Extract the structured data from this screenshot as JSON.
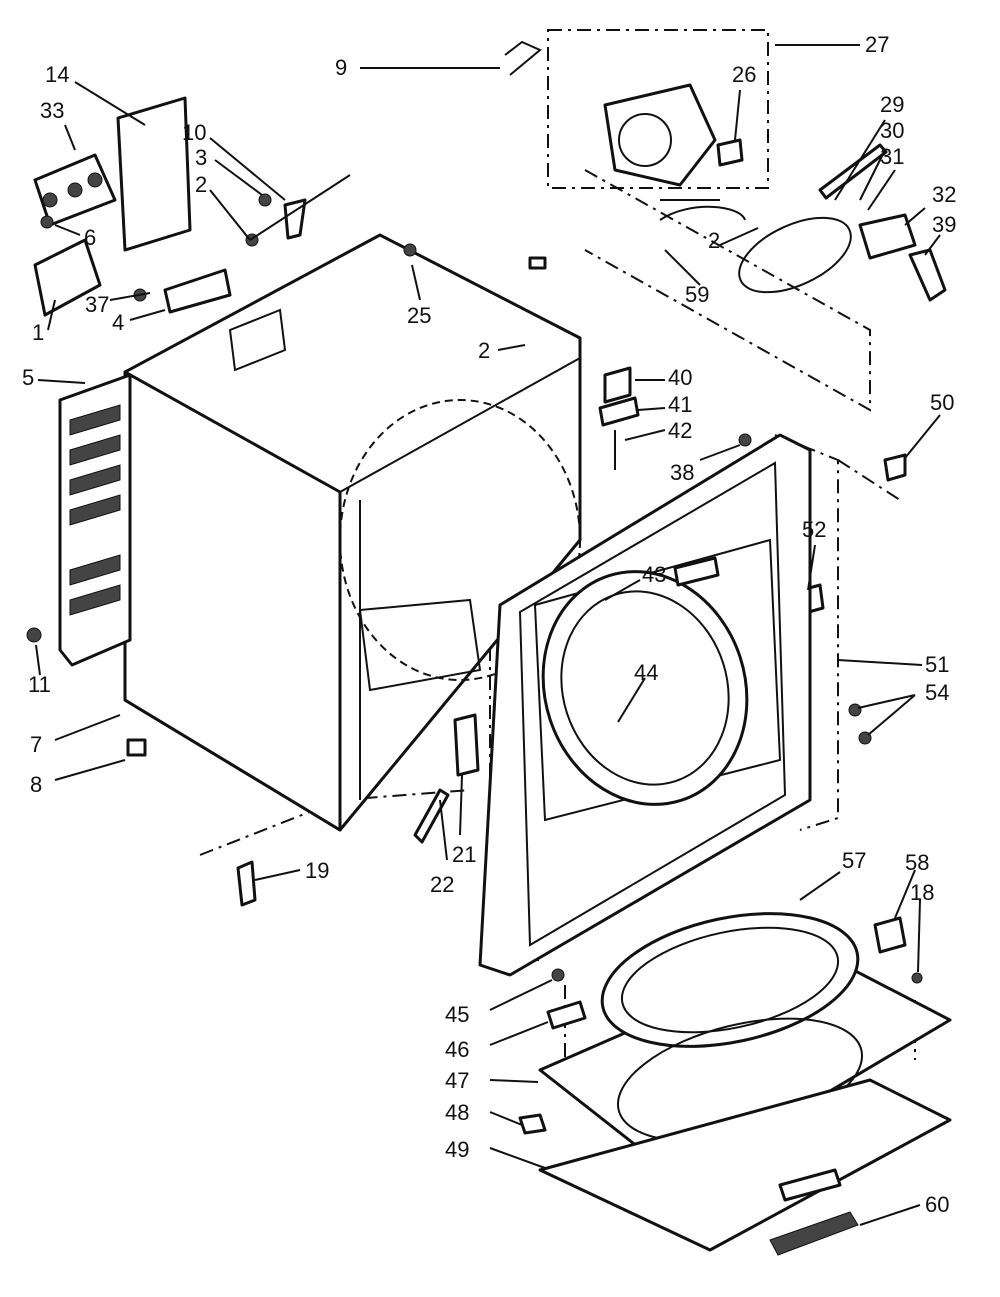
{
  "callouts": [
    {
      "id": "p14",
      "text": "14"
    },
    {
      "id": "p33",
      "text": "33"
    },
    {
      "id": "p10",
      "text": "10"
    },
    {
      "id": "p3",
      "text": "3"
    },
    {
      "id": "p2a",
      "text": "2"
    },
    {
      "id": "p6",
      "text": "6"
    },
    {
      "id": "p37",
      "text": "37"
    },
    {
      "id": "p4",
      "text": "4"
    },
    {
      "id": "p1",
      "text": "1"
    },
    {
      "id": "p5",
      "text": "5"
    },
    {
      "id": "p11",
      "text": "11"
    },
    {
      "id": "p7",
      "text": "7"
    },
    {
      "id": "p8",
      "text": "8"
    },
    {
      "id": "p9",
      "text": "9"
    },
    {
      "id": "p25",
      "text": "25"
    },
    {
      "id": "p2b",
      "text": "2"
    },
    {
      "id": "p27",
      "text": "27"
    },
    {
      "id": "p26",
      "text": "26"
    },
    {
      "id": "p29",
      "text": "29"
    },
    {
      "id": "p30",
      "text": "30"
    },
    {
      "id": "p31",
      "text": "31"
    },
    {
      "id": "p32",
      "text": "32"
    },
    {
      "id": "p39",
      "text": "39"
    },
    {
      "id": "p2c",
      "text": "2"
    },
    {
      "id": "p59",
      "text": "59"
    },
    {
      "id": "p40",
      "text": "40"
    },
    {
      "id": "p41",
      "text": "41"
    },
    {
      "id": "p42",
      "text": "42"
    },
    {
      "id": "p38",
      "text": "38"
    },
    {
      "id": "p50",
      "text": "50"
    },
    {
      "id": "p52",
      "text": "52"
    },
    {
      "id": "p43",
      "text": "43"
    },
    {
      "id": "p44",
      "text": "44"
    },
    {
      "id": "p51",
      "text": "51"
    },
    {
      "id": "p54",
      "text": "54"
    },
    {
      "id": "p21",
      "text": "21"
    },
    {
      "id": "p22",
      "text": "22"
    },
    {
      "id": "p19",
      "text": "19"
    },
    {
      "id": "p57",
      "text": "57"
    },
    {
      "id": "p58",
      "text": "58"
    },
    {
      "id": "p18",
      "text": "18"
    },
    {
      "id": "p45",
      "text": "45"
    },
    {
      "id": "p46",
      "text": "46"
    },
    {
      "id": "p47",
      "text": "47"
    },
    {
      "id": "p48",
      "text": "48"
    },
    {
      "id": "p49",
      "text": "49"
    },
    {
      "id": "p60",
      "text": "60"
    }
  ]
}
